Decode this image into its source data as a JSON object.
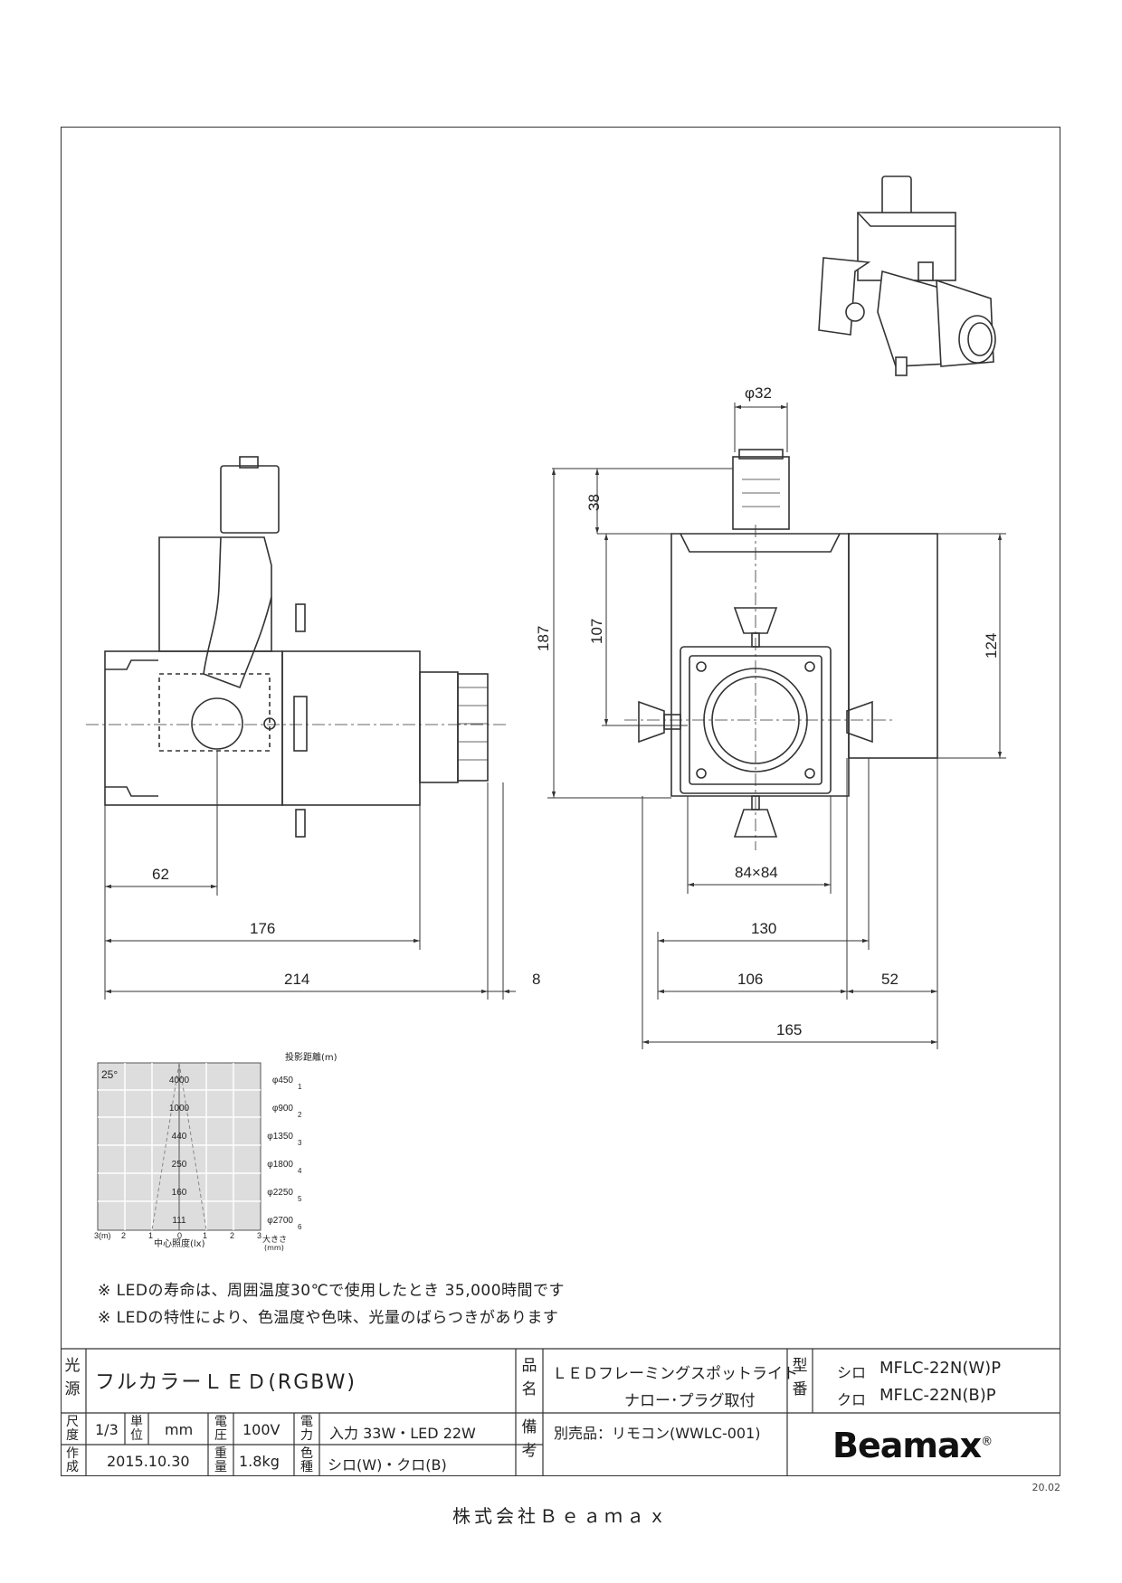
{
  "dimensions": {
    "phi32": "φ32",
    "d38": "38",
    "d187": "187",
    "d107": "107",
    "d124": "124",
    "d62": "62",
    "d176": "176",
    "d214": "214",
    "d8": "8",
    "d84x84": "84×84",
    "d130": "130",
    "d106": "106",
    "d52": "52",
    "d165": "165"
  },
  "beam_chart": {
    "angle": "25°",
    "distance_header": "投影距離(m)",
    "lux_header": "中心照度(lx)",
    "size_header_1": "大きさ",
    "size_header_2": "(mm)",
    "lux_values": [
      "4000",
      "1000",
      "440",
      "250",
      "160",
      "111"
    ],
    "diameters": [
      "φ450",
      "φ900",
      "φ1350",
      "φ1800",
      "φ2250",
      "φ2700"
    ],
    "distances": [
      "1",
      "2",
      "3",
      "4",
      "5",
      "6"
    ],
    "bottom_scale": [
      "3(m)",
      "2",
      "1",
      "0",
      "1",
      "2",
      "3"
    ]
  },
  "notes": [
    "※ LEDの寿命は、周囲温度30℃で使用したとき 35,000時間です",
    "※ LEDの特性により、色温度や色味、光量のばらつきがあります"
  ],
  "title_block": {
    "light_source_label": "光源",
    "light_source_value": "フルカラーＬＥＤ(RGBW)",
    "product_name_label": "品名",
    "product_name_line1": "ＬＥＤフレーミングスポットライト",
    "product_name_line2": "ナロー･プラグ取付",
    "model_label": "型番",
    "model_white_color": "シロ",
    "model_white": "MFLC-22N(W)P",
    "model_black_color": "クロ",
    "model_black": "MFLC-22N(B)P",
    "scale_label": "尺度",
    "scale_value": "1/3",
    "unit_label": "単位",
    "unit_value": "mm",
    "voltage_label": "電圧",
    "voltage_value": "100V",
    "power_label": "電力",
    "power_value": "入力 33W・LED 22W",
    "remarks_label": "備考",
    "remarks_value": "別売品：リモコン(WWLC-001)",
    "date_label": "作成",
    "date_value": "2015.10.30",
    "weight_label": "重量",
    "weight_value": "1.8kg",
    "color_label": "色種",
    "color_value": "シロ(W)・クロ(B)",
    "logo": "Beamax"
  },
  "revision": "20.02",
  "company": "株式会社Ｂｅａｍａｘ"
}
